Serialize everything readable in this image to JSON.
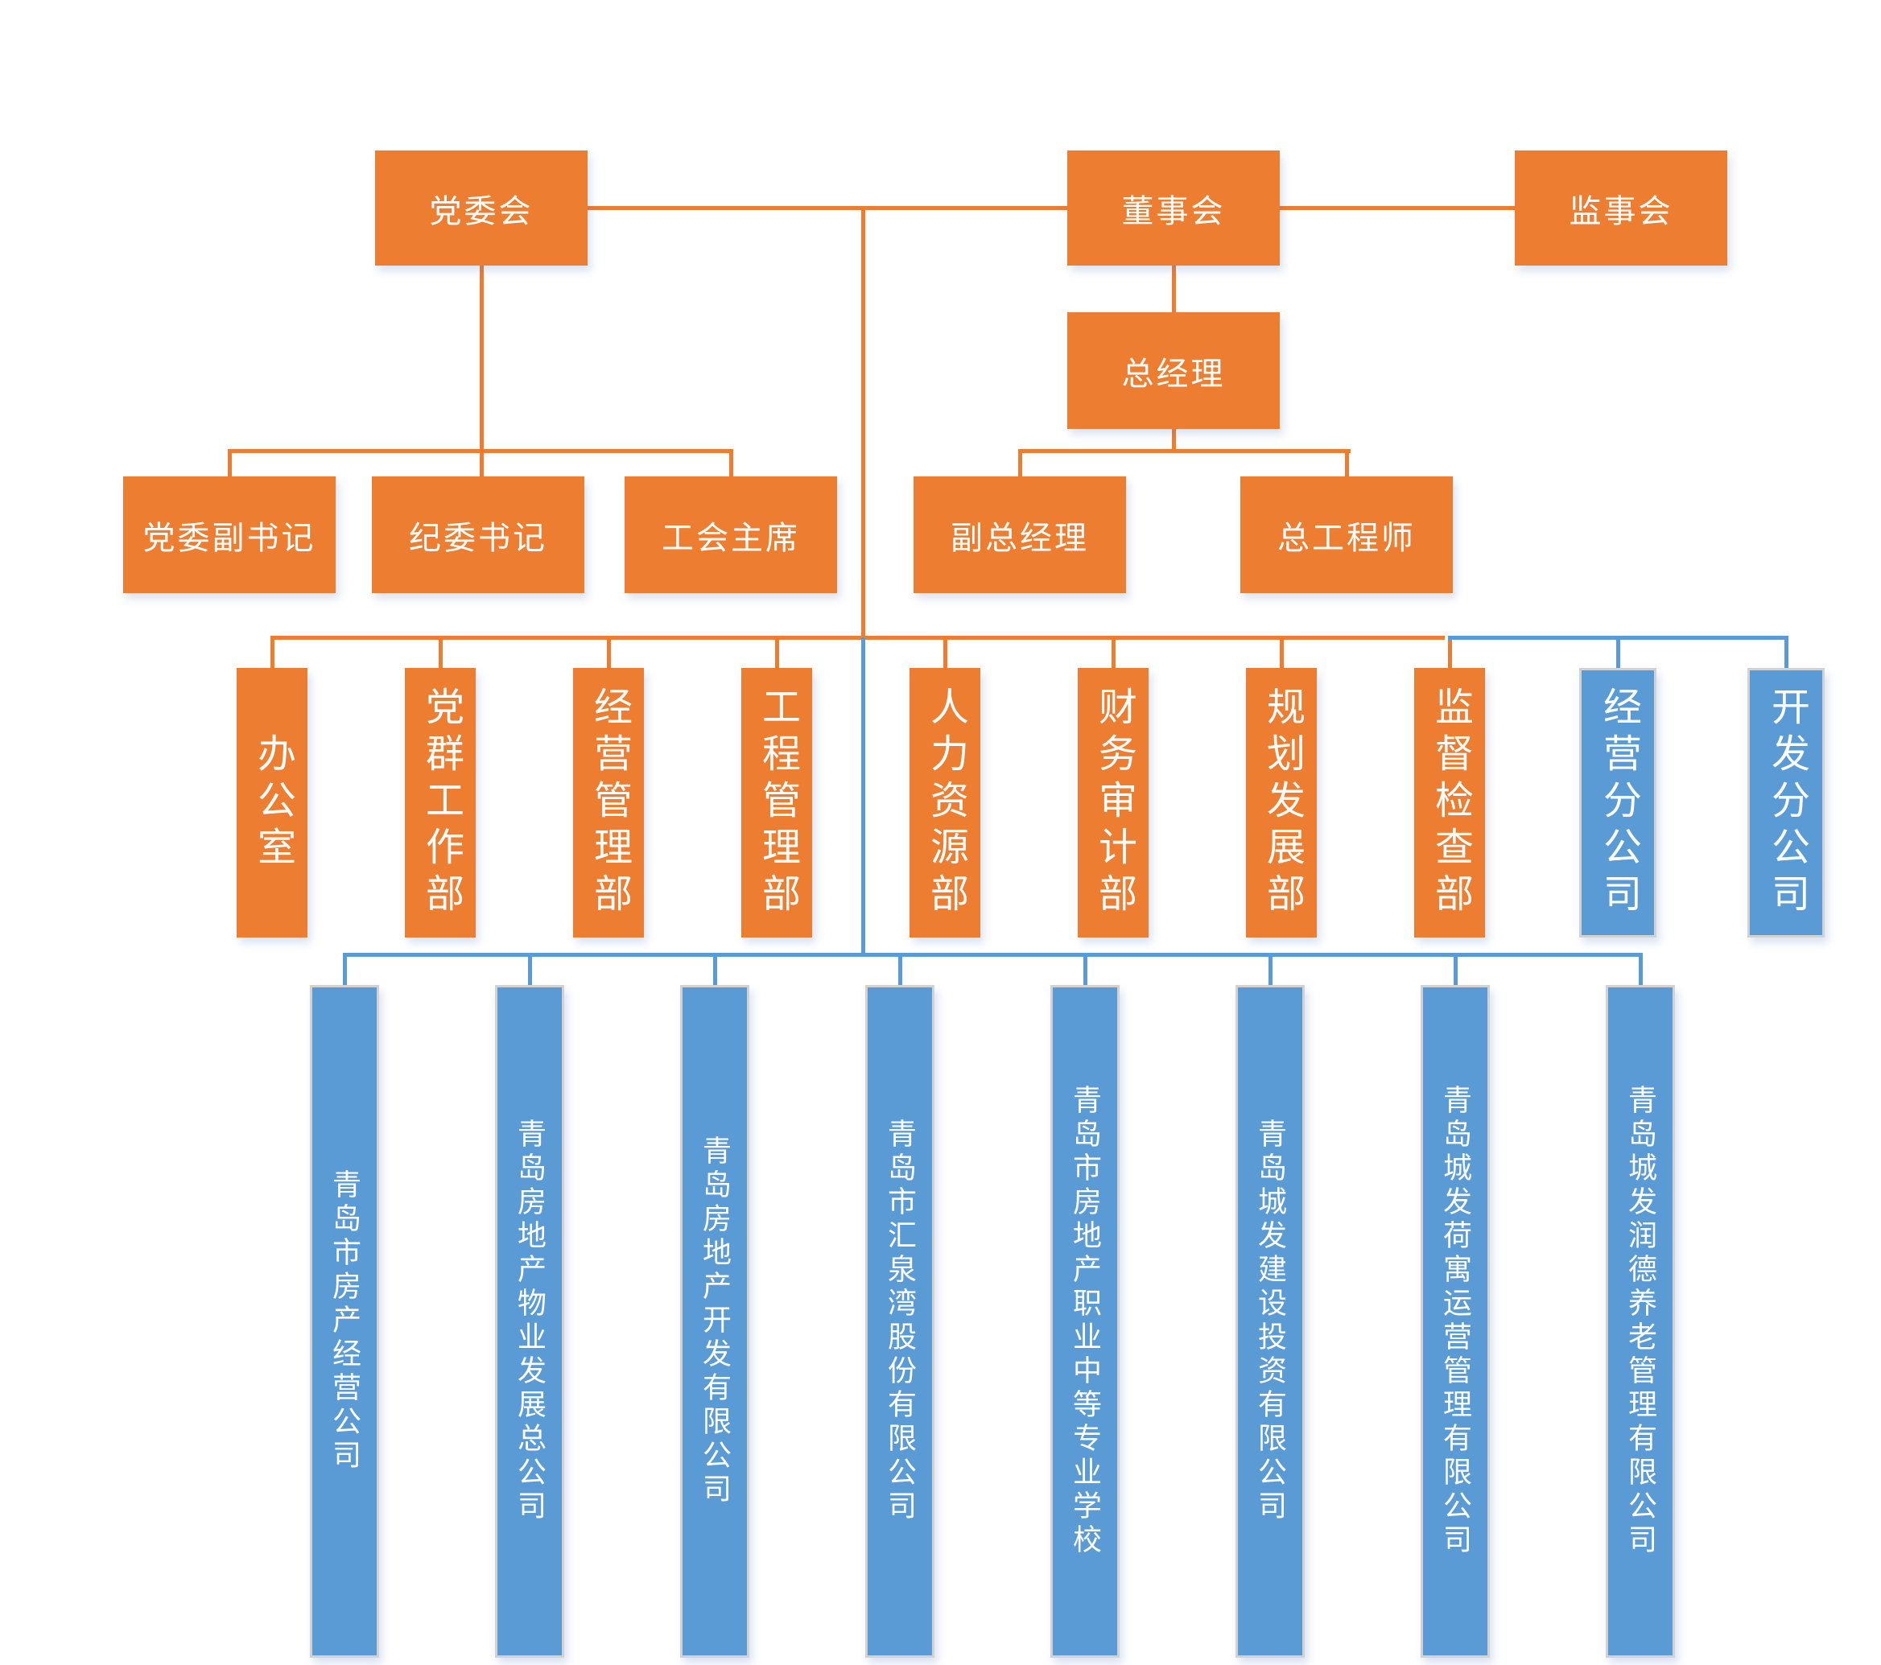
{
  "colors": {
    "orange": "#ED7D31",
    "blue": "#5B9BD5",
    "box_border_gray": "#D2D2D2",
    "text_white": "#FFFFFF"
  },
  "org": {
    "top_row": [
      "党委会",
      "董事会",
      "监事会"
    ],
    "general_manager": "总经理",
    "row2": [
      "党委副书记",
      "纪委书记",
      "工会主席",
      "副总经理",
      "总工程师"
    ],
    "departments": [
      "办公室",
      "党群工作部",
      "经营管理部",
      "工程管理部",
      "人力资源部",
      "财务审计部",
      "规划发展部",
      "监督检查部"
    ],
    "branch_companies": [
      "经营分公司",
      "开发分公司"
    ],
    "subsidiaries": [
      "青岛市房产经营公司",
      "青岛房地产物业发展总公司",
      "青岛房地产开发有限公司",
      "青岛市汇泉湾股份有限公司",
      "青岛市房地产职业中等专业学校",
      "青岛城发建设投资有限公司",
      "青岛城发荷寓运营管理有限公司",
      "青岛城发润德养老管理有限公司"
    ]
  },
  "chart_data": {
    "type": "org-chart",
    "title": "",
    "levels": [
      {
        "level": 1,
        "nodes": [
          "党委会",
          "董事会",
          "监事会"
        ]
      },
      {
        "level": 2,
        "nodes": [
          "总经理"
        ],
        "parent": "董事会"
      },
      {
        "level": 3,
        "nodes": [
          "党委副书记",
          "纪委书记",
          "工会主席"
        ],
        "parent": "党委会"
      },
      {
        "level": 3,
        "nodes": [
          "副总经理",
          "总工程师"
        ],
        "parent": "总经理"
      },
      {
        "level": 4,
        "nodes": [
          "办公室",
          "党群工作部",
          "经营管理部",
          "工程管理部",
          "人力资源部",
          "财务审计部",
          "规划发展部",
          "监督检查部",
          "经营分公司",
          "开发分公司"
        ]
      },
      {
        "level": 5,
        "nodes": [
          "青岛市房产经营公司",
          "青岛房地产物业发展总公司",
          "青岛房地产开发有限公司",
          "青岛市汇泉湾股份有限公司",
          "青岛市房地产职业中等专业学校",
          "青岛城发建设投资有限公司",
          "青岛城发荷寓运营管理有限公司",
          "青岛城发润德养老管理有限公司"
        ]
      }
    ]
  }
}
